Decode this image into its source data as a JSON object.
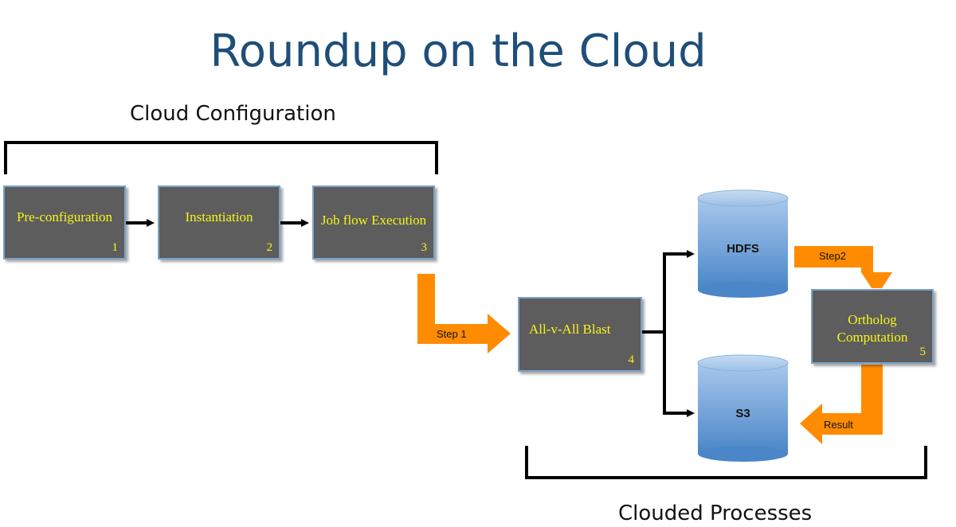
{
  "title": "Roundup on the Cloud",
  "sections": {
    "configuration": "Cloud Configuration",
    "processes": "Clouded Processes"
  },
  "steps": [
    {
      "label": "Pre-configuration",
      "number": "1"
    },
    {
      "label": "Instantiation",
      "number": "2"
    },
    {
      "label": "Job flow Execution",
      "number": "3"
    },
    {
      "label": "All-v-All Blast",
      "number": "4"
    },
    {
      "label": "Ortholog Computation",
      "number": "5"
    }
  ],
  "stores": {
    "hdfs": "HDFS",
    "s3": "S3"
  },
  "flow_labels": {
    "step1": "Step 1",
    "step2": "Step2",
    "result": "Result"
  },
  "colors": {
    "box_fill": "#5d5d5d",
    "box_border": "#7aa3c9",
    "box_text": "#f5f51a",
    "orange_arrow": "#ff8c00",
    "cylinder": "#5b9bd5",
    "title": "#1f4e79"
  }
}
